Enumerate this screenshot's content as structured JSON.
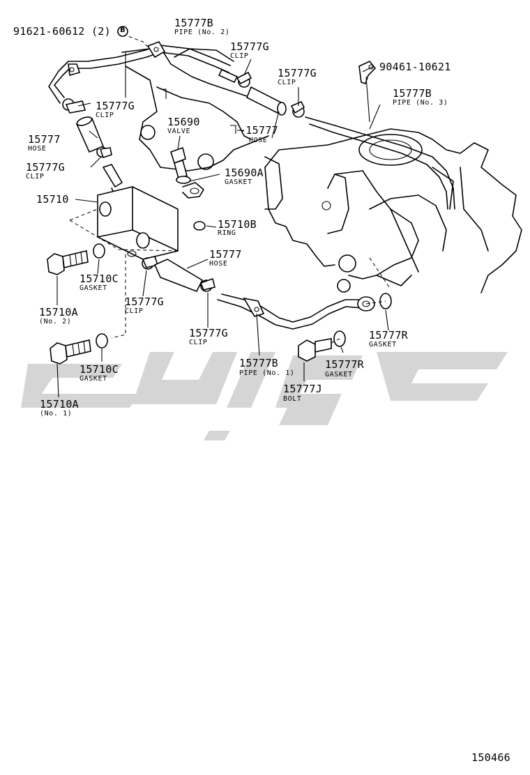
{
  "diagram_id": "150466",
  "watermark_text": "",
  "callouts": [
    {
      "id": "c01",
      "part_no": "91621-60612 (2)",
      "name": ""
    },
    {
      "id": "c02",
      "part_no": "15777B",
      "name": "PIPE (No. 2)"
    },
    {
      "id": "c03",
      "part_no": "15777G",
      "name": "CLIP"
    },
    {
      "id": "c04",
      "part_no": "90461-10621",
      "name": ""
    },
    {
      "id": "c05",
      "part_no": "15777G",
      "name": "CLIP"
    },
    {
      "id": "c06",
      "part_no": "15777B",
      "name": "PIPE (No. 3)"
    },
    {
      "id": "c07",
      "part_no": "15777G",
      "name": "CLIP"
    },
    {
      "id": "c08",
      "part_no": "15690",
      "name": "VALVE"
    },
    {
      "id": "c09",
      "part_no": "-15777",
      "name": "HOSE"
    },
    {
      "id": "c10",
      "part_no": "15777",
      "name": "HOSE"
    },
    {
      "id": "c11",
      "part_no": "15777G",
      "name": "CLIP"
    },
    {
      "id": "c12",
      "part_no": "15690A",
      "name": "GASKET"
    },
    {
      "id": "c13",
      "part_no": "15710",
      "name": ""
    },
    {
      "id": "c14",
      "part_no": "15710B",
      "name": "RING"
    },
    {
      "id": "c15",
      "part_no": "15777",
      "name": "HOSE"
    },
    {
      "id": "c16",
      "part_no": "15710C",
      "name": "GASKET"
    },
    {
      "id": "c17",
      "part_no": "15777G",
      "name": "CLIP"
    },
    {
      "id": "c18",
      "part_no": "15710A",
      "name": "(No. 2)"
    },
    {
      "id": "c19",
      "part_no": "15777G",
      "name": "CLIP"
    },
    {
      "id": "c20",
      "part_no": "15777R",
      "name": "GASKET"
    },
    {
      "id": "c21",
      "part_no": "15777B",
      "name": "PIPE (No. 1)"
    },
    {
      "id": "c22",
      "part_no": "15777R",
      "name": "GASKET"
    },
    {
      "id": "c23",
      "part_no": "15710C",
      "name": "GASKET"
    },
    {
      "id": "c24",
      "part_no": "15777J",
      "name": "BOLT"
    },
    {
      "id": "c25",
      "part_no": "15710A",
      "name": "(No. 1)"
    }
  ],
  "symbols": {
    "circled_b": "B"
  }
}
